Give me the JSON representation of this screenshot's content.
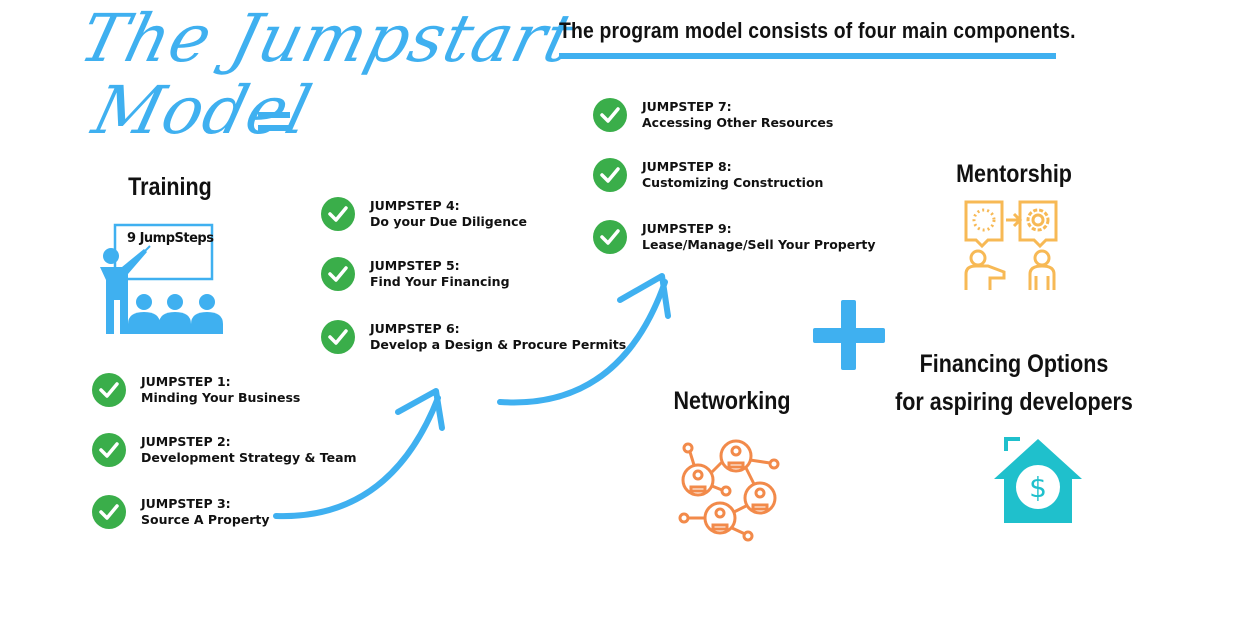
{
  "title": {
    "line1": "The Jumpstart",
    "line2": "Model",
    "equals": "="
  },
  "headline": "The program model consists of four main components.",
  "components": {
    "training": {
      "label": "Training",
      "board_text": "9 JumpSteps"
    },
    "mentorship": {
      "label": "Mentorship"
    },
    "networking": {
      "label": "Networking"
    },
    "financing": {
      "label_line1": "Financing Options",
      "label_line2": "for aspiring developers"
    }
  },
  "steps": [
    {
      "title": "JUMPSTEP 1:",
      "desc": "Minding Your Business"
    },
    {
      "title": "JUMPSTEP 2:",
      "desc": "Development Strategy & Team"
    },
    {
      "title": "JUMPSTEP 3:",
      "desc": "Source A Property"
    },
    {
      "title": "JUMPSTEP 4:",
      "desc": "Do your Due Diligence"
    },
    {
      "title": "JUMPSTEP 5:",
      "desc": "Find Your Financing"
    },
    {
      "title": "JUMPSTEP 6:",
      "desc": "Develop a Design & Procure Permits"
    },
    {
      "title": "JUMPSTEP 7:",
      "desc": "Accessing Other Resources"
    },
    {
      "title": "JUMPSTEP 8:",
      "desc": "Customizing Construction"
    },
    {
      "title": "JUMPSTEP 9:",
      "desc": "Lease/Manage/Sell Your Property"
    }
  ],
  "colors": {
    "accent_blue": "#3fb0f0",
    "check_green": "#3aae4a",
    "mentorship_orange": "#f7b955",
    "networking_orange": "#f28a4a",
    "financing_teal": "#1fc0cc"
  },
  "icons": {
    "check": "check-circle-icon",
    "training": "teacher-board-icon",
    "mentorship": "mentor-idea-icon",
    "networking": "people-network-icon",
    "financing": "house-dollar-icon",
    "plus": "plus-icon",
    "arrow": "curved-arrow-icon"
  }
}
